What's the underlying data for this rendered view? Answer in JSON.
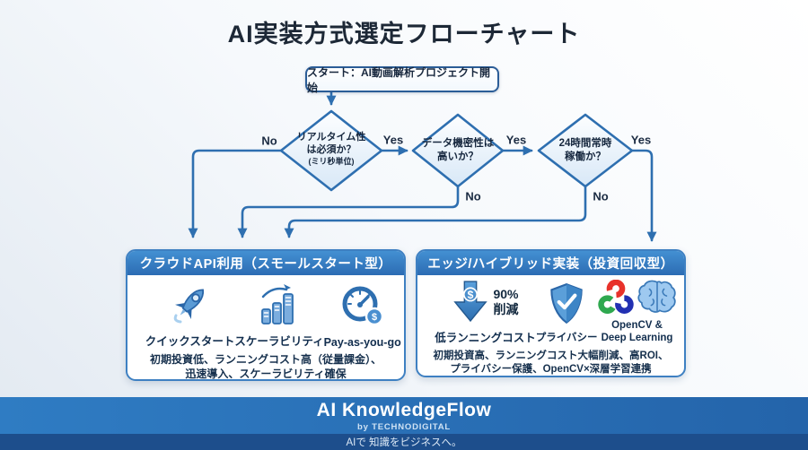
{
  "title": "AI実装方式選定フローチャート",
  "flow": {
    "start": "スタート：AI動画解析プロジェクト開始",
    "decision1": {
      "line1": "リアルタイム性",
      "line2": "は必須か？",
      "line3": "(ミリ秒単位)"
    },
    "decision2": {
      "line1": "データ機密性は",
      "line2": "高いか？"
    },
    "decision3": {
      "line1": "24時間常時",
      "line2": "稼働か？"
    },
    "labels": {
      "yes": "Yes",
      "no": "No"
    }
  },
  "left_box": {
    "header": "クラウドAPI利用（スモールスタート型）",
    "items": [
      {
        "icon": "rocket-icon",
        "label": "クイックスタート"
      },
      {
        "icon": "growth-chart-icon",
        "label": "スケーラビリティ"
      },
      {
        "icon": "pay-gauge-icon",
        "label": "Pay-as-you-go"
      }
    ],
    "desc_line1": "初期投資低、ランニングコスト高（従量課金）、",
    "desc_line2": "迅速導入、スケーラビリティ確保"
  },
  "right_box": {
    "header": "エッジ/ハイブリッド実装（投資回収型）",
    "cost_badge": {
      "line1": "90%",
      "line2": "削減"
    },
    "items": [
      {
        "icon": "cost-down-arrow-icon",
        "label": "低ランニングコスト"
      },
      {
        "icon": "privacy-shield-icon",
        "label": "プライバシー"
      },
      {
        "icon": "opencv-brain-icon",
        "label_line1": "OpenCV &",
        "label_line2": "Deep Learning"
      }
    ],
    "desc_line1": "初期投資高、ランニングコスト大幅削減、高ROI、",
    "desc_line2": "プライバシー保護、OpenCV×深層学習連携"
  },
  "footer": {
    "brand": "AI KnowledgeFlow",
    "byline": "by TECHNODIGITAL",
    "tagline": "AIで 知識をビジネスへ。"
  },
  "icons": {
    "dollar": "$"
  },
  "colors": {
    "accent_blue": "#2e6fb0",
    "header_gradient_top": "#4390d2",
    "header_gradient_bottom": "#2c6cb3",
    "footer_band_left": "#2f7cc3",
    "footer_band_right": "#2464aa",
    "footer_strip": "#1d4e8c",
    "opencv_red": "#e8322b",
    "opencv_green": "#2fa84f",
    "opencv_blue": "#2230b2"
  }
}
